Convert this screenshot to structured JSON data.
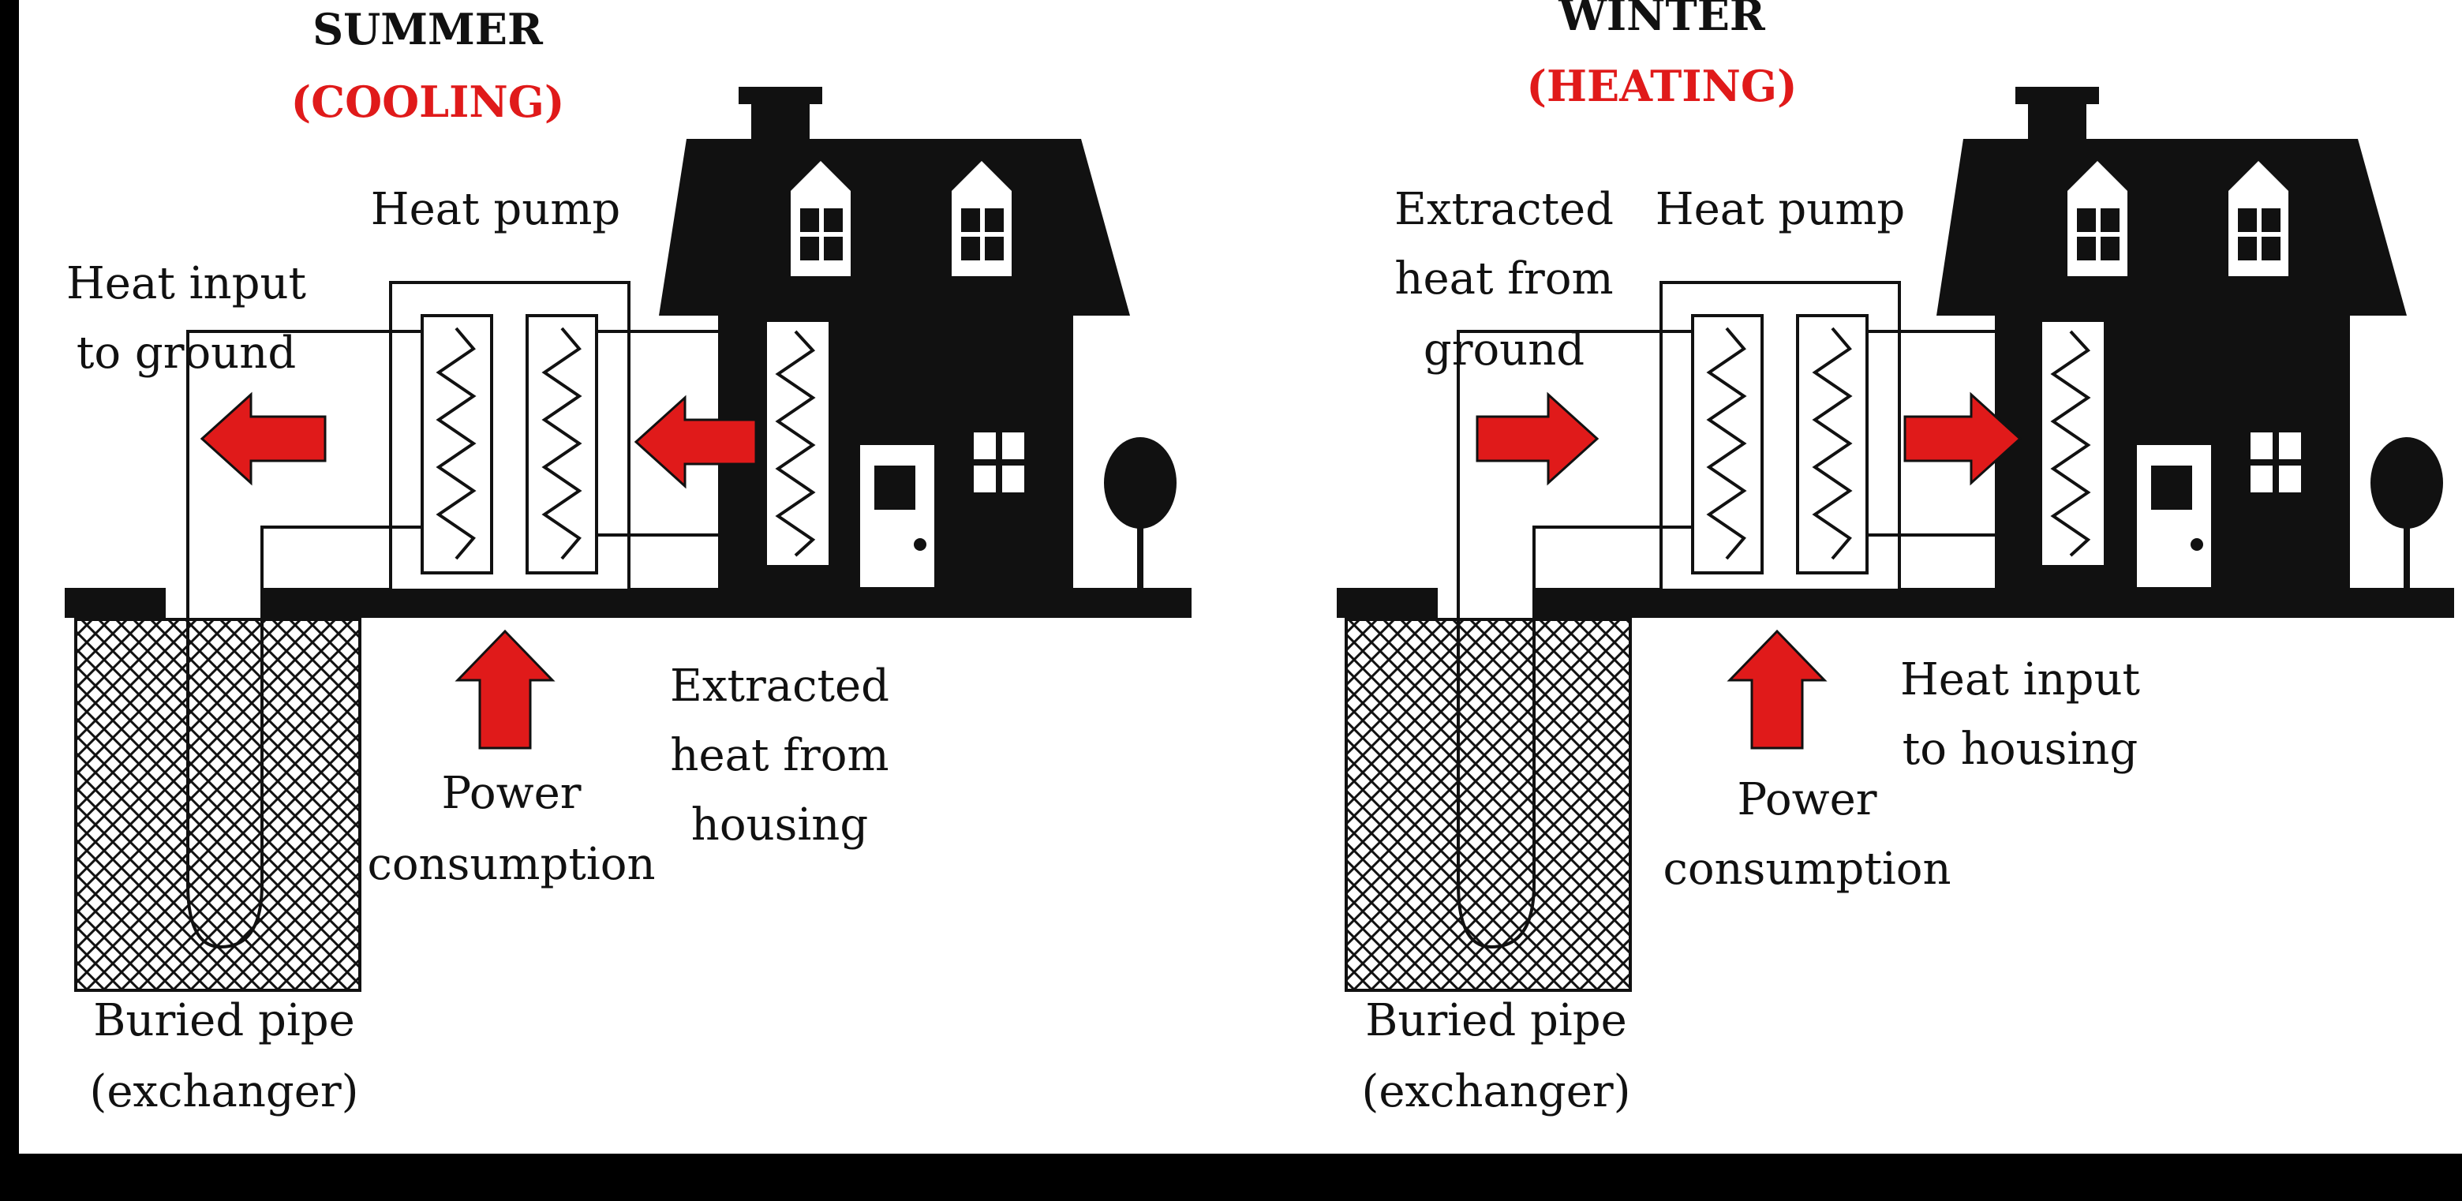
{
  "panels": [
    {
      "key": "summer",
      "season": "SUMMER",
      "mode": "(COOLING)",
      "heat_pump": "Heat pump",
      "ground_label": [
        "Heat input",
        "to ground"
      ],
      "house_label": [
        "Extracted",
        "heat from",
        "housing"
      ],
      "power_label": [
        "Power",
        "consumption"
      ],
      "pipe_label": [
        "Buried pipe",
        "(exchanger)"
      ]
    },
    {
      "key": "winter",
      "season": "WINTER",
      "mode": "(HEATING)",
      "heat_pump": "Heat pump",
      "ground_label": [
        "Extracted",
        "heat from",
        "ground"
      ],
      "house_label": [
        "Heat input",
        "to housing"
      ],
      "power_label": [
        "Power",
        "consumption"
      ],
      "pipe_label": [
        "Buried pipe",
        "(exchanger)"
      ]
    }
  ],
  "colors": {
    "arrow": "#e01a1a",
    "ink": "#111111",
    "paper": "#ffffff",
    "frame": "#000000"
  }
}
